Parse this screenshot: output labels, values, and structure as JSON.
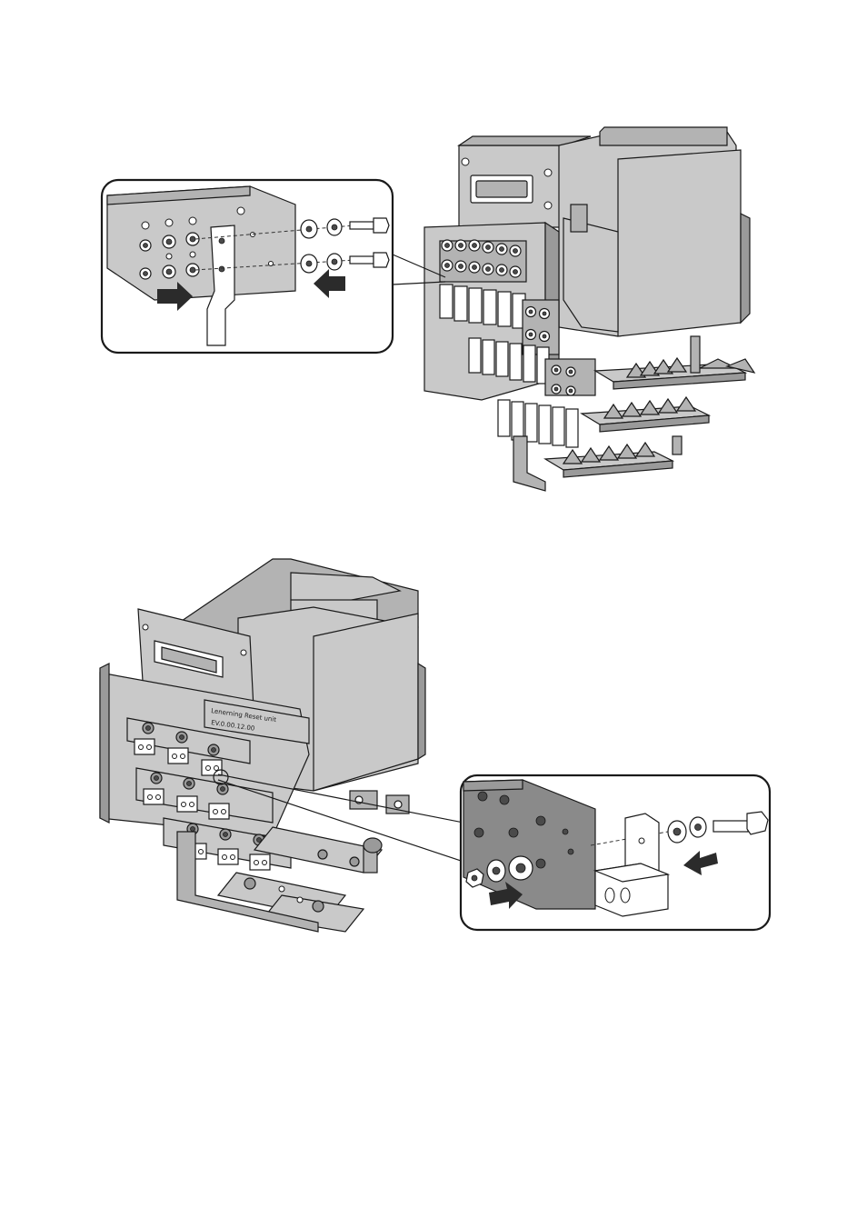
{
  "figure_top": {
    "name": "busbar-connection-assembly-top",
    "detail_view": "washer-bolt-busbar-detail",
    "arrows": 2
  },
  "figure_bottom": {
    "name": "busbar-connection-assembly-bottom",
    "detail_view": "terminal-block-bolt-detail",
    "arrows": 2,
    "panel_label_line1": "Lenerning Reset unit",
    "panel_label_line2": "EV.0.00.12.00"
  },
  "colors": {
    "line": "#1a1a1a",
    "light_gray": "#c9c9c9",
    "mid_gray": "#b3b3b3",
    "dark_gray": "#9a9a9a",
    "background": "#ffffff"
  }
}
